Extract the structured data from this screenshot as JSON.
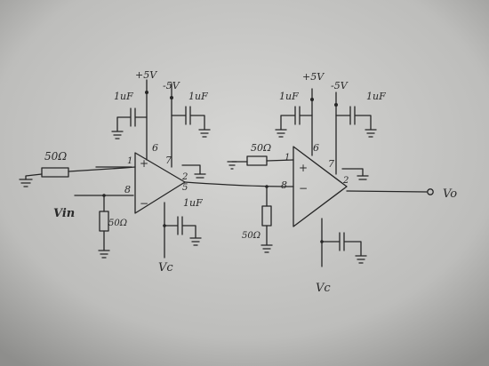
{
  "stage1": {
    "input_resistor": "50Ω",
    "input_label": "Vin",
    "shunt_resistor": "50Ω",
    "supply_pos": "+5V",
    "supply_neg": "-5V",
    "cap_pos": "1uF",
    "cap_neg": "1uF",
    "cap_out": "1uF",
    "pin_supply_pos": "6",
    "pin_supply_neg": "7",
    "pin_noninv": "1",
    "pin_inv": "8",
    "pin_out": "2",
    "pin_out_alt": "5",
    "plus_sign": "+",
    "minus_sign": "−",
    "vc_label": "Vc"
  },
  "stage2": {
    "input_resistor": "50Ω",
    "shunt_resistor": "50Ω",
    "supply_pos": "+5V",
    "supply_neg": "-5V",
    "cap_pos": "1uF",
    "cap_neg": "1uF",
    "pin_supply_pos": "6",
    "pin_supply_neg": "7",
    "pin_noninv": "1",
    "pin_inv": "8",
    "pin_out": "2",
    "plus_sign": "+",
    "minus_sign": "−",
    "vc_label": "Vc"
  },
  "output_label": "Vo"
}
